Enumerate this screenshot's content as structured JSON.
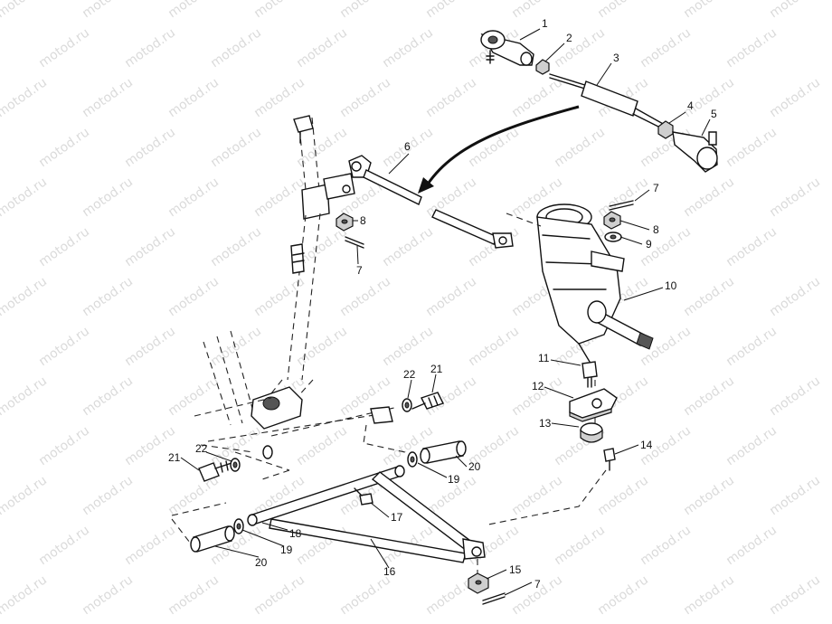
{
  "watermark": "motod.ru",
  "callouts": [
    {
      "id": "c1",
      "label": "1"
    },
    {
      "id": "c2",
      "label": "2"
    },
    {
      "id": "c3",
      "label": "3"
    },
    {
      "id": "c4",
      "label": "4"
    },
    {
      "id": "c5",
      "label": "5"
    },
    {
      "id": "c6",
      "label": "6"
    },
    {
      "id": "c7a",
      "label": "7"
    },
    {
      "id": "c8a",
      "label": "8"
    },
    {
      "id": "c9",
      "label": "9"
    },
    {
      "id": "c8b",
      "label": "8"
    },
    {
      "id": "c7b",
      "label": "7"
    },
    {
      "id": "c10",
      "label": "10"
    },
    {
      "id": "c11",
      "label": "11"
    },
    {
      "id": "c12",
      "label": "12"
    },
    {
      "id": "c13",
      "label": "13"
    },
    {
      "id": "c14",
      "label": "14"
    },
    {
      "id": "c22a",
      "label": "22"
    },
    {
      "id": "c21a",
      "label": "21"
    },
    {
      "id": "c22b",
      "label": "22"
    },
    {
      "id": "c21b",
      "label": "21"
    },
    {
      "id": "c20a",
      "label": "20"
    },
    {
      "id": "c19a",
      "label": "19"
    },
    {
      "id": "c17",
      "label": "17"
    },
    {
      "id": "c18",
      "label": "18"
    },
    {
      "id": "c19b",
      "label": "19"
    },
    {
      "id": "c20b",
      "label": "20"
    },
    {
      "id": "c16",
      "label": "16"
    },
    {
      "id": "c15",
      "label": "15"
    },
    {
      "id": "c7c",
      "label": "7"
    }
  ]
}
